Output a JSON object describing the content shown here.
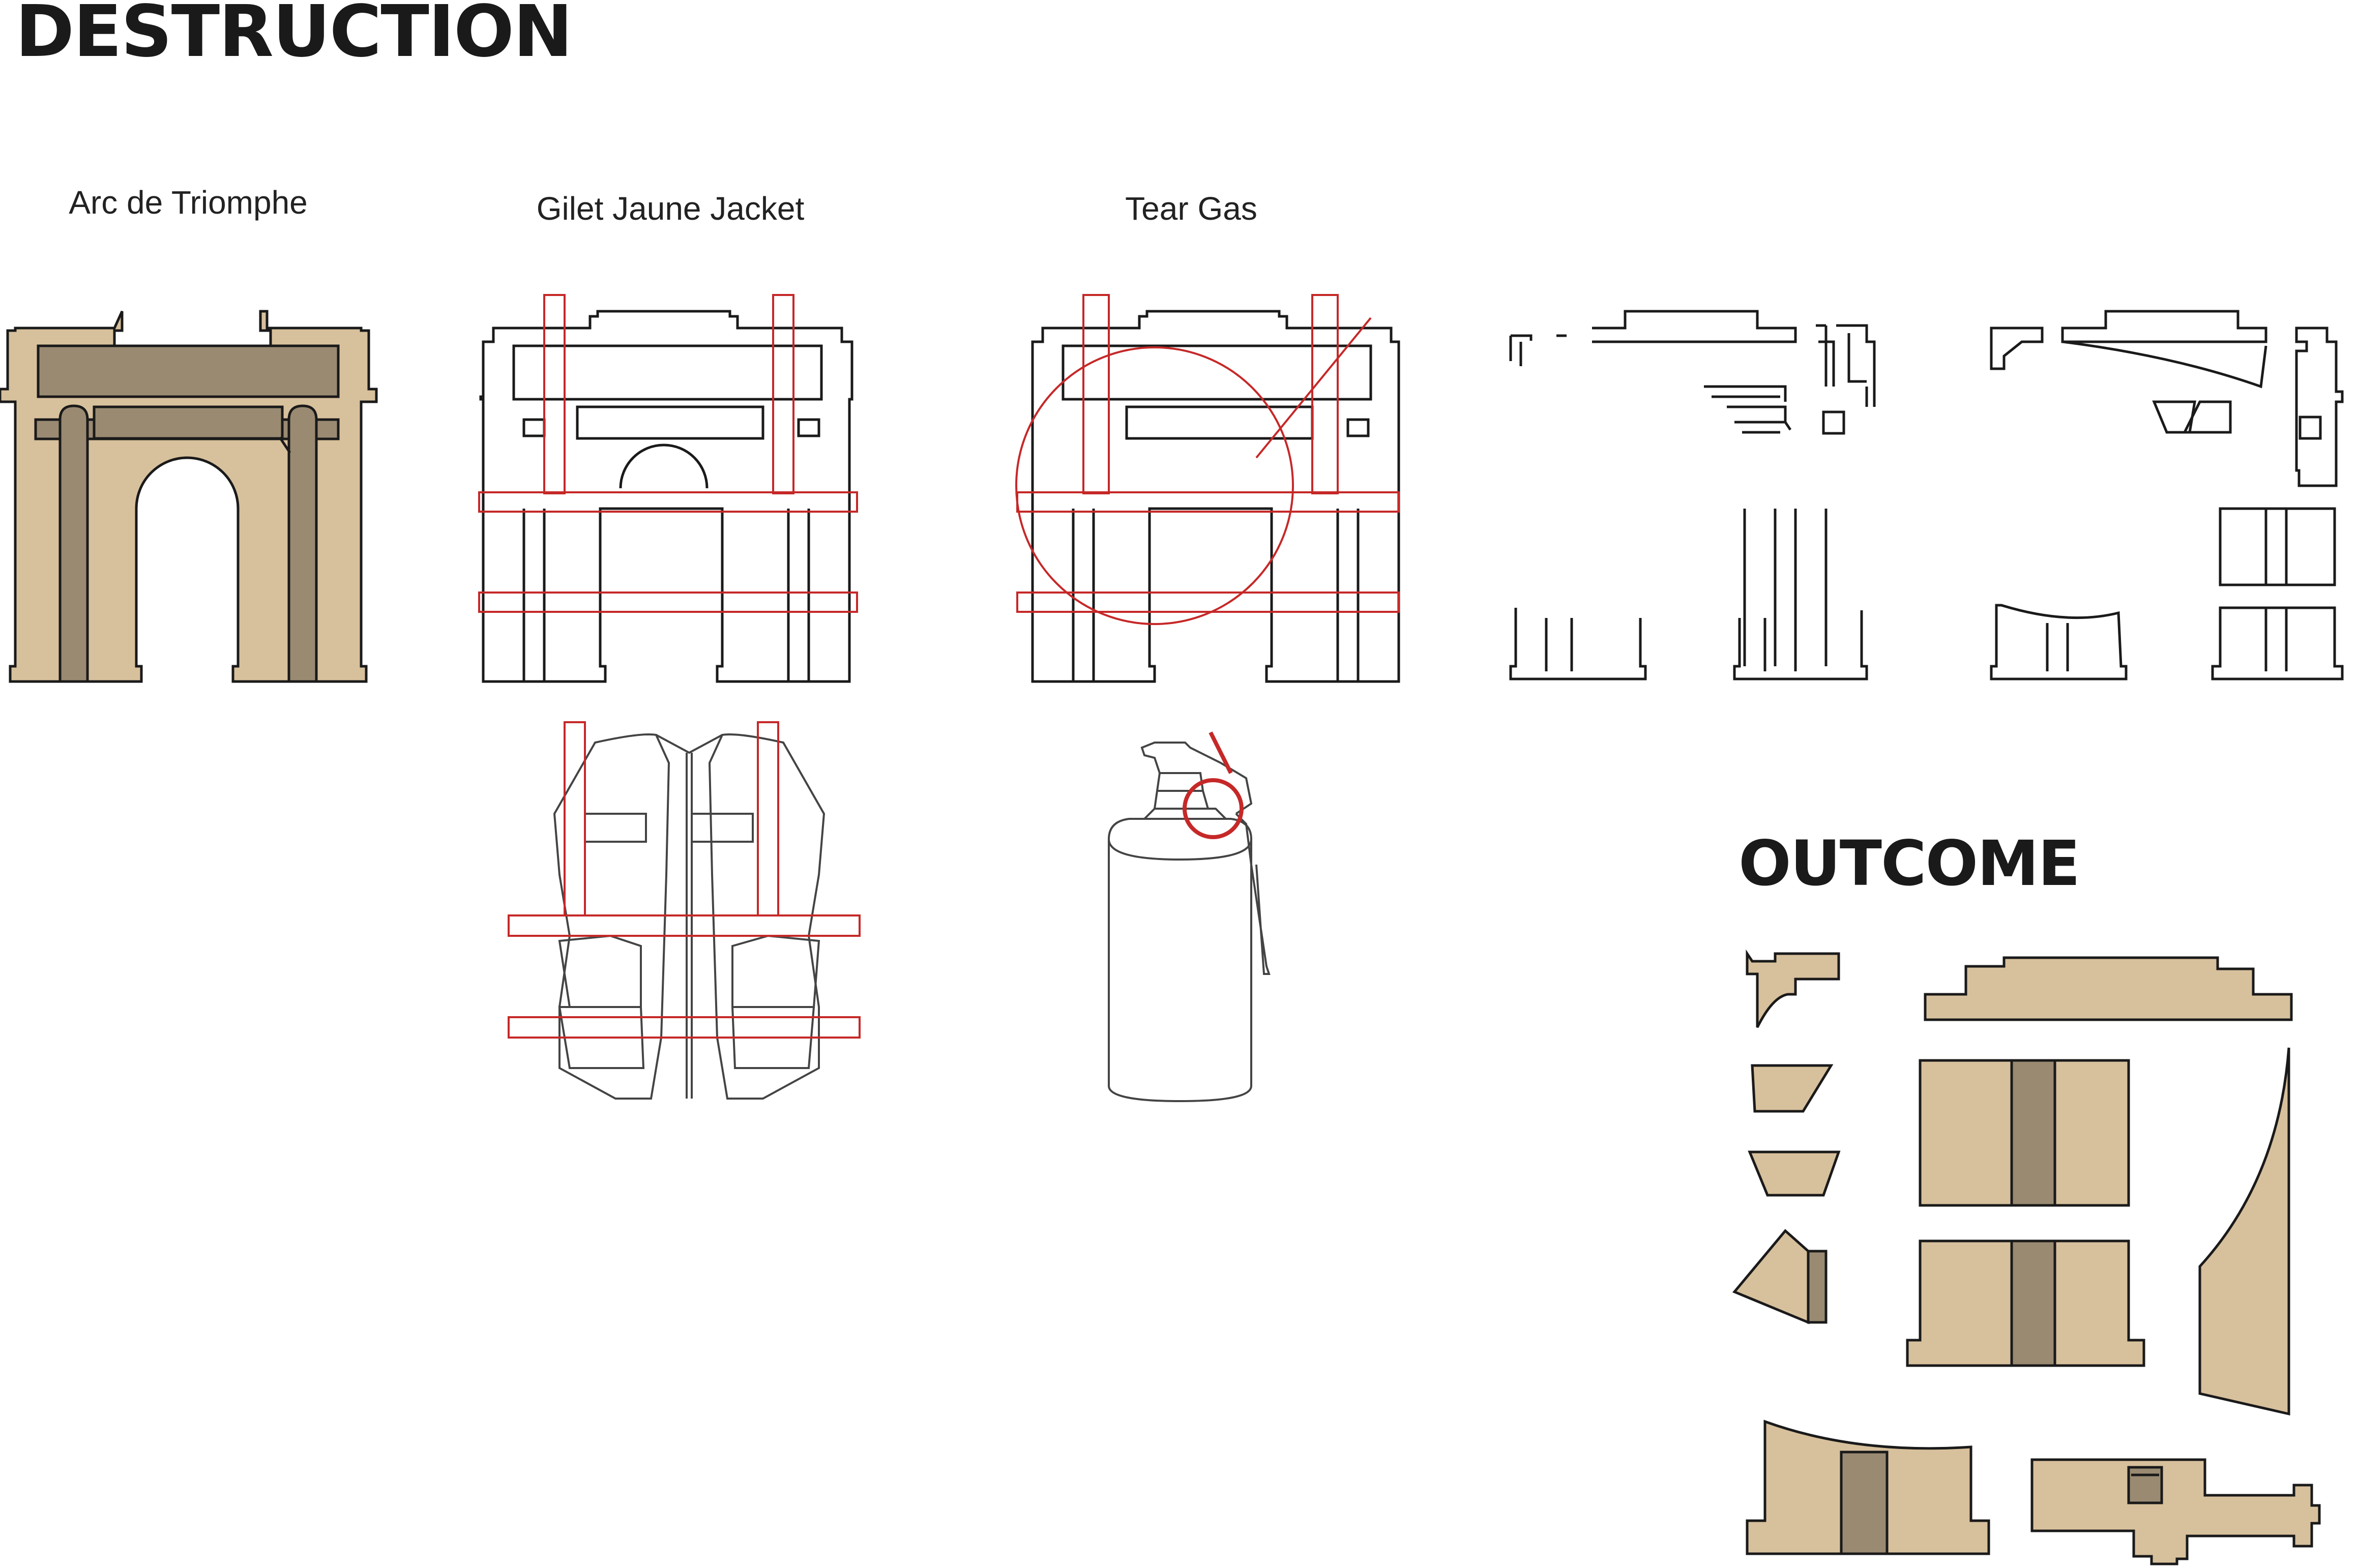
{
  "title": "DESTRUCTION",
  "labels": {
    "arc": "Arc de Triomphe",
    "jacket": "Gilet Jaune Jacket",
    "gas": "Tear Gas"
  },
  "outcome_title": "OUTCOME",
  "colors": {
    "tan": "#d7c09c",
    "dark_tan": "#9a8a72",
    "outline": "#1a1a1a",
    "red": "#c62828"
  }
}
